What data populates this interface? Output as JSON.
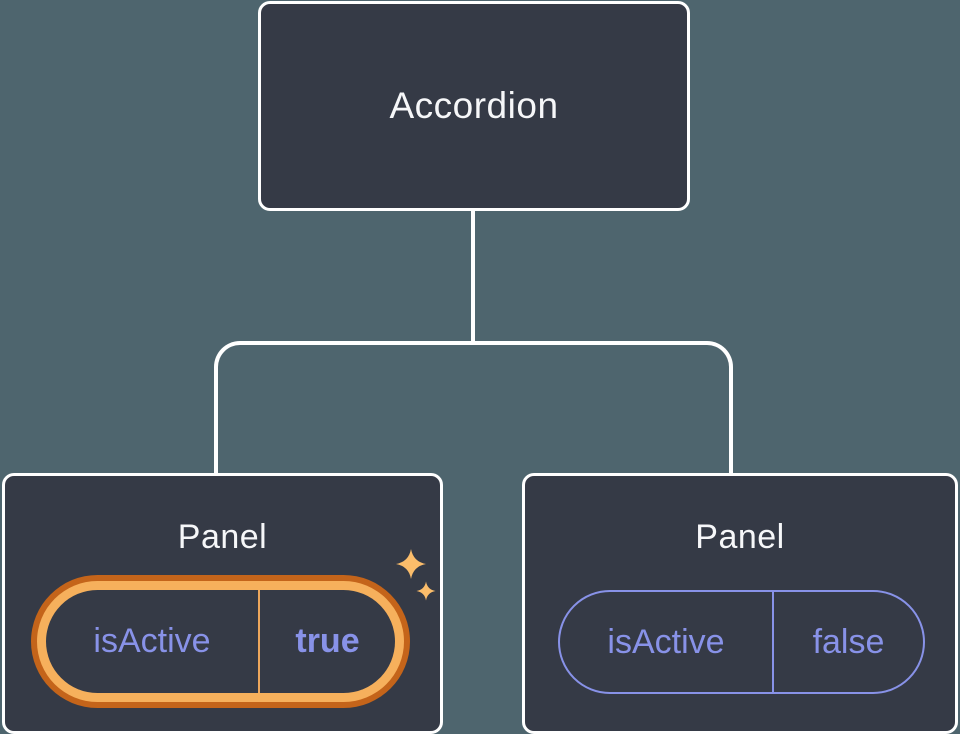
{
  "colors": {
    "background": "#4e656e",
    "node_fill": "#353a46",
    "node_border": "#ffffff",
    "node_text": "#f6f7f9",
    "prop_purple": "#8892e8",
    "highlight_outer": "#c4641a",
    "highlight_inner": "#f6b05c",
    "highlight_divider": "#eda75c",
    "sparkle": "#fbbd6b"
  },
  "diagram": {
    "type": "component-tree",
    "root": {
      "label": "Accordion"
    },
    "panels": [
      {
        "label": "Panel",
        "prop_name": "isActive",
        "prop_value": "true",
        "state": "active-highlighted"
      },
      {
        "label": "Panel",
        "prop_name": "isActive",
        "prop_value": "false",
        "state": "inactive"
      }
    ]
  }
}
